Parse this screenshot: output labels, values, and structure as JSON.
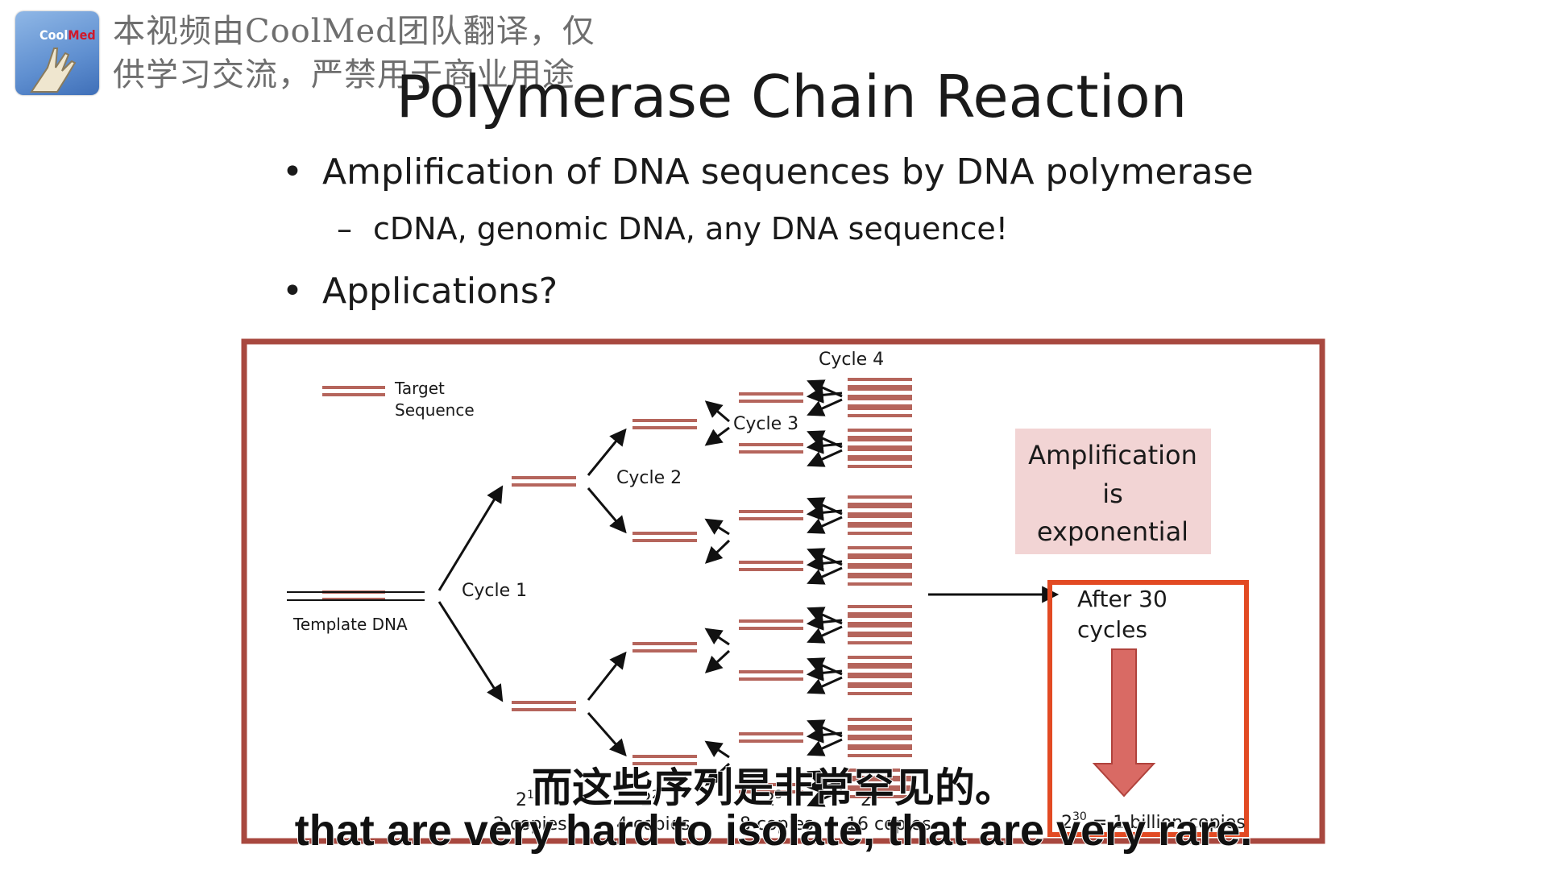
{
  "logo": {
    "cool": "Cool",
    "med": "Med"
  },
  "watermark": {
    "line1": "本视频由CoolMed团队翻译，仅",
    "line2": "供学习交流，严禁用于商业用途"
  },
  "slide": {
    "title": "Polymerase Chain Reaction",
    "bullet1": "Amplification of DNA sequences by DNA polymerase",
    "sub1": "cDNA, genomic DNA, any DNA sequence!",
    "bullet2": "Applications?",
    "bullet_symbol": "•",
    "dash_symbol": "–"
  },
  "diagram": {
    "legend_line1": "Target",
    "legend_line2": "Sequence",
    "template_label": "Template DNA",
    "cycle1": "Cycle 1",
    "cycle2": "Cycle 2",
    "cycle3": "Cycle 3",
    "cycle4": "Cycle 4",
    "amp_line1": "Amplification",
    "amp_line2": "is",
    "amp_line3": "exponential",
    "after_line1": "After 30",
    "after_line2": "cycles",
    "billion_base": "2",
    "billion_exp": "30",
    "billion_rest": " = 1 billion copies",
    "count_labels": [
      {
        "top": "2",
        "exp": "1",
        "bottom": "2 copies"
      },
      {
        "top": "2",
        "exp": "2",
        "bottom": "4 copies"
      },
      {
        "top": "2",
        "exp": "3",
        "bottom": "8 copies"
      },
      {
        "top": "2",
        "exp": "4",
        "bottom": "16 copies"
      }
    ],
    "colors": {
      "strand": "#b5655c",
      "frame": "#a8483f",
      "amp_box": "#f2d4d4",
      "red_frame": "#e24a23",
      "arrow_fill": "#d96a64"
    }
  },
  "subtitles": {
    "chinese": "而这些序列是非常罕见的。",
    "english": "that are very hard to isolate, that are very rare."
  }
}
